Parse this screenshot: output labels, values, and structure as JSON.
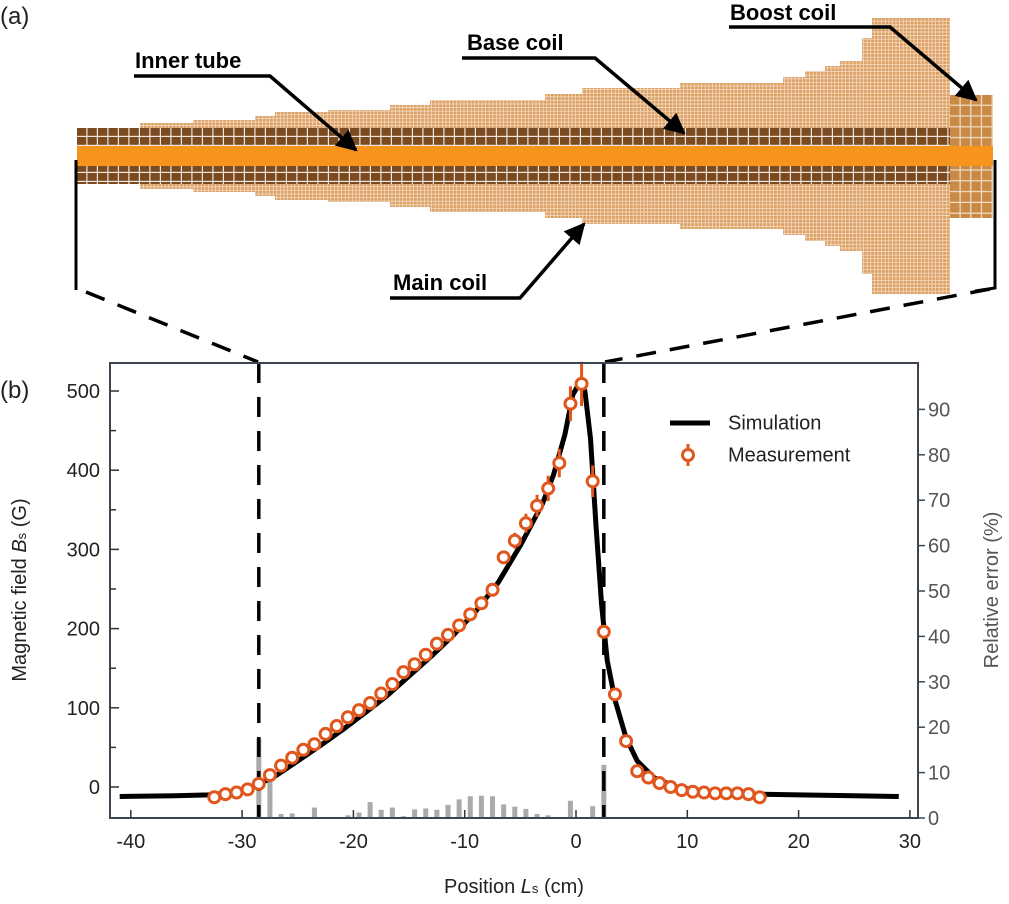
{
  "panel_a": {
    "panel_label": "(a)",
    "labels": {
      "inner_tube": "Inner tube",
      "base_coil": "Base coil",
      "main_coil": "Main coil",
      "boost_coil": "Boost coil"
    },
    "colors": {
      "tube": "#f7941d",
      "base": "#7a4a20",
      "main": "#dda064",
      "boost": "#c98a45"
    }
  },
  "chart_data": {
    "type": "line",
    "panel_label": "(b)",
    "xlabel_main": "Position ",
    "xlabel_sym": "L",
    "xlabel_sub": "s",
    "xlabel_unit": " (cm)",
    "ylabel_main": "Magnetic field  ",
    "ylabel_sym": "B",
    "ylabel_sub": "s",
    "ylabel_unit": " (G)",
    "y2label": "Relative error (%)",
    "xlim": [
      -42,
      31
    ],
    "ylim": [
      -39,
      535
    ],
    "y2lim": [
      0,
      100
    ],
    "xticks": [
      "-40",
      "-30",
      "-20",
      "-10",
      "0",
      "10",
      "20",
      "30"
    ],
    "xtick_values": [
      -40,
      -30,
      -20,
      -10,
      0,
      10,
      20,
      30
    ],
    "yticks": [
      "0",
      "100",
      "200",
      "300",
      "400",
      "500"
    ],
    "ytick_values": [
      0,
      100,
      200,
      300,
      400,
      500
    ],
    "y2ticks": [
      "0",
      "10",
      "20",
      "30",
      "40",
      "50",
      "60",
      "70",
      "80",
      "90"
    ],
    "y2tick_values": [
      0,
      10,
      20,
      30,
      40,
      50,
      60,
      70,
      80,
      90
    ],
    "marked_positions": [
      -28.5,
      2.5
    ],
    "legend": {
      "position": "top-right",
      "simulation": "Simulation",
      "measurement": "Measurement"
    },
    "colors": {
      "simulation": "#000000",
      "measurement": "#e0561c",
      "error_bars": "#aaaaaa",
      "right_axis": "#555555"
    },
    "simulation": {
      "x": [
        -41,
        -36,
        -33,
        -31,
        -29,
        -27,
        -25,
        -23,
        -21,
        -19,
        -17,
        -15,
        -13,
        -11,
        -9,
        -7,
        -5,
        -3,
        -2,
        -1,
        -0.3,
        0.3,
        0.8,
        1.3,
        1.8,
        2.3,
        2.8,
        3.5,
        4.5,
        5.5,
        7,
        9,
        12,
        16,
        20,
        25,
        29
      ],
      "y": [
        -12,
        -11,
        -10,
        -7,
        0,
        14,
        33,
        52,
        72,
        93,
        115,
        140,
        165,
        192,
        222,
        258,
        305,
        358,
        395,
        445,
        495,
        510,
        500,
        440,
        330,
        230,
        160,
        110,
        62,
        33,
        12,
        0,
        -6,
        -9,
        -10,
        -11,
        -12
      ]
    },
    "measurement": {
      "x": [
        -32.5,
        -31.5,
        -30.5,
        -29.5,
        -28.5,
        -27.5,
        -26.5,
        -25.5,
        -24.5,
        -23.5,
        -22.5,
        -21.5,
        -20.5,
        -19.5,
        -18.5,
        -17.5,
        -16.5,
        -15.5,
        -14.5,
        -13.5,
        -12.5,
        -11.5,
        -10.5,
        -9.5,
        -8.5,
        -7.5,
        -6.5,
        -5.5,
        -4.5,
        -3.5,
        -2.5,
        -1.5,
        -0.5,
        0.5,
        1.5,
        2.5,
        3.5,
        4.5,
        5.5,
        6.5,
        7.5,
        8.5,
        9.5,
        10.5,
        11.5,
        12.5,
        13.5,
        14.5,
        15.5,
        16.5
      ],
      "y": [
        -13,
        -9,
        -7,
        -3,
        4,
        15,
        27,
        37,
        47,
        54,
        67,
        77,
        88,
        97,
        106,
        118,
        130,
        145,
        155,
        167,
        181,
        192,
        204,
        218,
        232,
        249,
        290,
        311,
        333,
        355,
        377,
        409,
        484,
        509,
        386,
        196,
        117,
        58,
        20,
        12,
        5,
        0,
        -4,
        -6,
        -7,
        -8,
        -8,
        -8,
        -9,
        -13
      ],
      "err": [
        2,
        2,
        2,
        2,
        2,
        2,
        2,
        2,
        2,
        2,
        2,
        2,
        2,
        2,
        2,
        2,
        2,
        2,
        3,
        3,
        3,
        3,
        4,
        4,
        5,
        6,
        8,
        10,
        12,
        14,
        16,
        18,
        22,
        28,
        20,
        4,
        3,
        2,
        2,
        2,
        2,
        2,
        2,
        2,
        2,
        2,
        2,
        2,
        2,
        2
      ]
    },
    "relative_error": {
      "x": [
        -28.5,
        -27.5,
        -26.5,
        -25.5,
        -23.5,
        -21.5,
        -20.5,
        -19.5,
        -18.5,
        -17.5,
        -16.5,
        -15.5,
        -14.5,
        -13.5,
        -12.5,
        -11.5,
        -10.5,
        -9.5,
        -8.5,
        -7.5,
        -6.5,
        -5.5,
        -4.5,
        -3.5,
        -2.5,
        -0.5,
        1.5,
        2.5
      ],
      "y": [
        17.5,
        8,
        0.9,
        1,
        2.3,
        0.2,
        0.6,
        1.2,
        3.5,
        1.8,
        2.3,
        0.4,
        1.9,
        2.1,
        1.8,
        2.9,
        4.1,
        4.8,
        4.9,
        4.8,
        3,
        2.5,
        2,
        0.9,
        0.6,
        3.8,
        2.6,
        11.7
      ]
    }
  }
}
